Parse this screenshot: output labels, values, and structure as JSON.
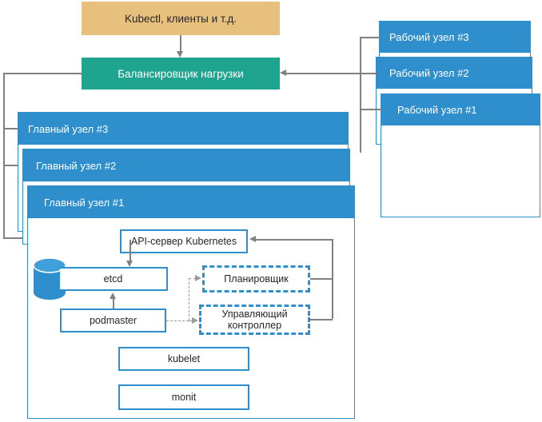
{
  "diagram": {
    "title": "Kubernetes High Availability Architecture",
    "colors": {
      "clients_bg": "#E8C07D",
      "load_balancer_bg": "#1FA58F",
      "node_header_bg": "#2E8FCC",
      "component_border": "#2E8FCC",
      "connector": "#808080",
      "canvas_bg": "#FFFFFF"
    }
  },
  "clients": {
    "label": "Kubectl, клиенты и т.д."
  },
  "load_balancer": {
    "label": "Балансировщик нагрузки"
  },
  "master_nodes": [
    {
      "label": "Главный узел #3"
    },
    {
      "label": "Главный узел #2"
    },
    {
      "label": "Главный узел #1"
    }
  ],
  "worker_nodes": [
    {
      "label": "Рабочий узел #3"
    },
    {
      "label": "Рабочий узел #2"
    },
    {
      "label": "Рабочий узел #1"
    }
  ],
  "master_components": {
    "api_server": {
      "label": "API-сервер Kubernetes",
      "style": "solid"
    },
    "etcd": {
      "label": "etcd",
      "style": "solid"
    },
    "podmaster": {
      "label": "podmaster",
      "style": "solid"
    },
    "scheduler": {
      "label": "Планировщик",
      "style": "dashed"
    },
    "controller_manager": {
      "label": "Управляющий контроллер",
      "style": "dashed"
    },
    "kubelet": {
      "label": "kubelet",
      "style": "solid"
    },
    "monit": {
      "label": "monit",
      "style": "solid"
    }
  },
  "storage": {
    "etcd_db_icon": "database-cylinder-icon"
  }
}
